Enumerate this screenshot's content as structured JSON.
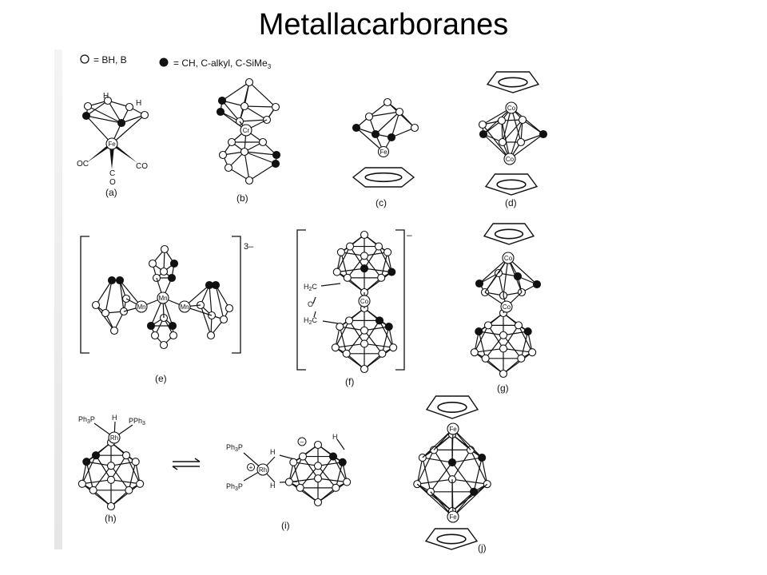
{
  "title": "Metallacarboranes",
  "legend": {
    "open": "= BH, B",
    "filled": "= CH, C-alkyl, C-SiMe",
    "filled_sub": "3"
  },
  "structures": {
    "a": {
      "label": "(a)",
      "metal": "Fe",
      "h1": "H",
      "h2": "H",
      "co": [
        "OC",
        "C",
        "O",
        "CO"
      ]
    },
    "b": {
      "label": "(b)",
      "metal": "Cr"
    },
    "c": {
      "label": "(c)",
      "metal": "Fe"
    },
    "d": {
      "label": "(d)",
      "metal_top": "Co",
      "metal_bottom": "Co"
    },
    "e": {
      "label": "(e)",
      "metals": [
        "Mn",
        "Mn",
        "Mn"
      ],
      "charge": "3–"
    },
    "f": {
      "label": "(f)",
      "metal": "Co",
      "bridge": [
        "H",
        "2",
        "C",
        "O",
        "H",
        "2",
        "C"
      ],
      "charge": "–"
    },
    "g": {
      "label": "(g)",
      "metal_top": "Co",
      "metal_bottom": "Co"
    },
    "h": {
      "label": "(h)",
      "metal": "Rh",
      "ligands": [
        "Ph",
        "3",
        "P",
        "H",
        "PPh",
        "3"
      ]
    },
    "i": {
      "label": "(i)",
      "metal": "Rh",
      "ligands": [
        "Ph",
        "3",
        "P",
        "Ph",
        "3",
        "P"
      ],
      "h_labels": [
        "H",
        "H",
        "H"
      ],
      "plus": "+",
      "minus": "–"
    },
    "j": {
      "label": "(j)",
      "metal_top": "Fe",
      "metal_bottom": "Fe"
    }
  }
}
